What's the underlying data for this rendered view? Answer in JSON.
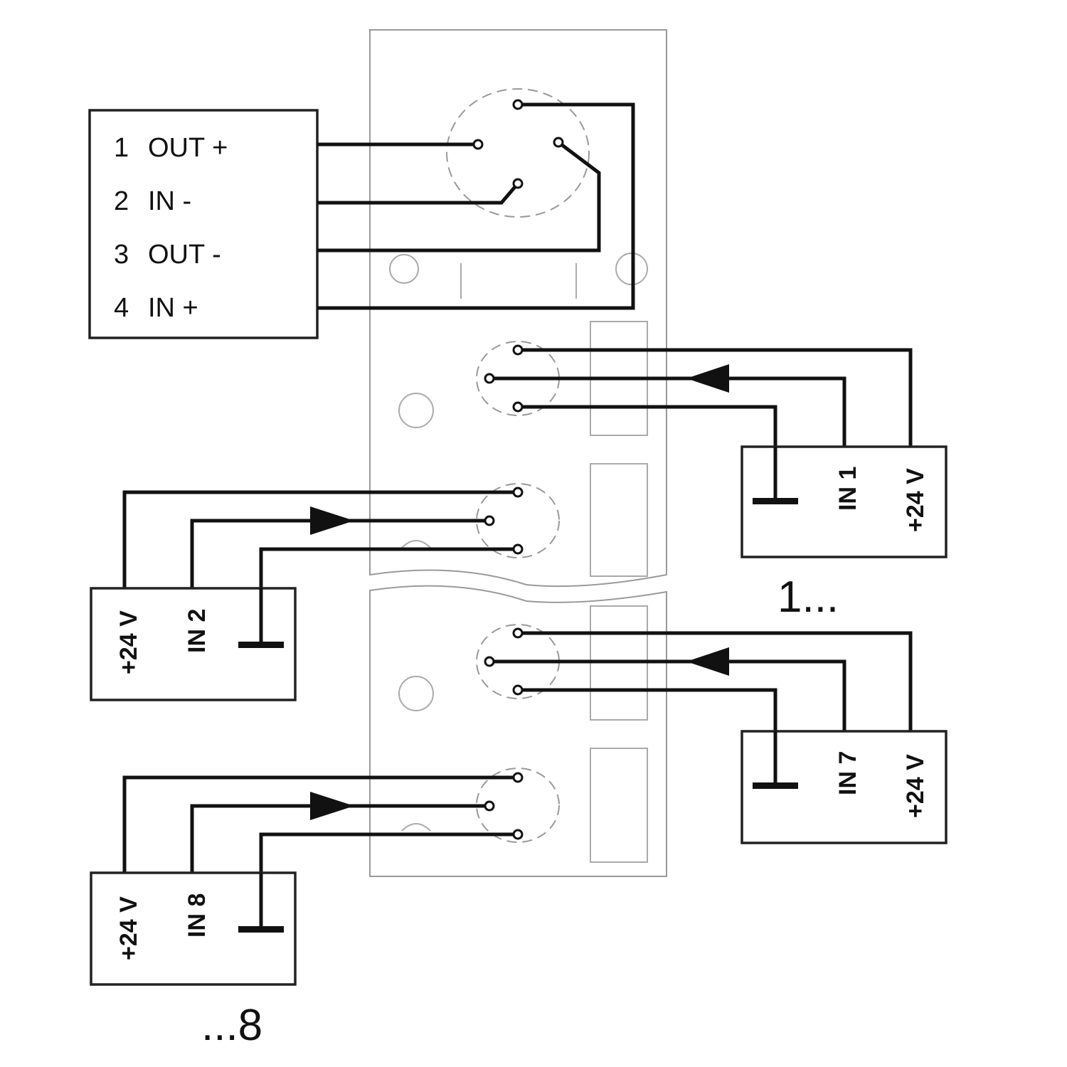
{
  "sensor": {
    "pins": [
      {
        "num": "1",
        "name": "OUT +"
      },
      {
        "num": "2",
        "name": "IN -"
      },
      {
        "num": "3",
        "name": "OUT -"
      },
      {
        "num": "4",
        "name": "IN +"
      }
    ]
  },
  "inputs": {
    "in1": {
      "signal": "IN 1",
      "supply": "+24 V"
    },
    "in2": {
      "signal": "IN 2",
      "supply": "+24 V"
    },
    "in7": {
      "signal": "IN 7",
      "supply": "+24 V"
    },
    "in8": {
      "signal": "IN 8",
      "supply": "+24 V"
    }
  },
  "range": {
    "start": "1...",
    "end": "...8"
  }
}
